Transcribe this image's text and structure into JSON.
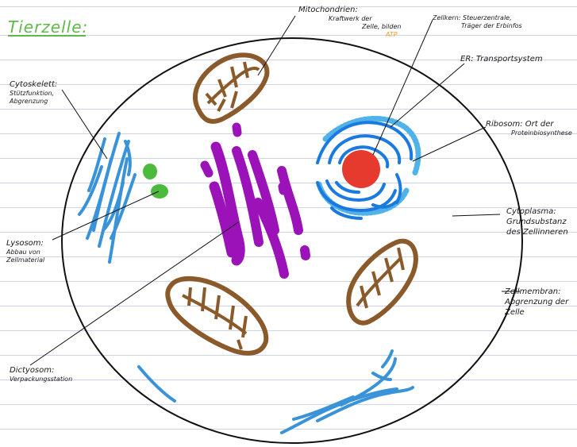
{
  "title": "Tierzelle:",
  "labels": {
    "mitochondrien": {
      "name": "Mitochondrien:",
      "line1": "Kraftwerk der",
      "line2": "Zelle, bilden",
      "line3": "ATP"
    },
    "zellkern": {
      "name": "Zellkern: Steuerzentrale,",
      "line1": "Träger der Erbinfos"
    },
    "er": {
      "name": "ER: Transportsystem"
    },
    "ribosom": {
      "name": "Ribosom: Ort der",
      "line1": "Proteinbiosynthese"
    },
    "cytoplasma": {
      "name": "Cytoplasma:",
      "line1": "Grundsubstanz",
      "line2": "des Zellinneren"
    },
    "zellmembran": {
      "name": "Zellmembran:",
      "line1": "Abgrenzung der",
      "line2": "Zelle"
    },
    "cytoskelett": {
      "name": "Cytoskelett:",
      "line1": "Stützfunktion,",
      "line2": "Abgrenzung"
    },
    "lysosom": {
      "name": "Lysosom:",
      "line1": "Abbau von",
      "line2": "Zellmaterial"
    },
    "dictyosom": {
      "name": "Dictyosom:",
      "line1": "Verpackungsstation"
    }
  },
  "colors": {
    "title": "#5fb84a",
    "mitochondria": "#8a5a2b",
    "dictyosome": "#9b12b8",
    "nucleus": "#e63a2e",
    "er": "#1a7ae0",
    "ribosome": "#4fb3ea",
    "cytoskeleton": "#3a93d8",
    "lysosome": "#4cba3c",
    "membrane": "#111111",
    "atp": "#f0a020"
  }
}
